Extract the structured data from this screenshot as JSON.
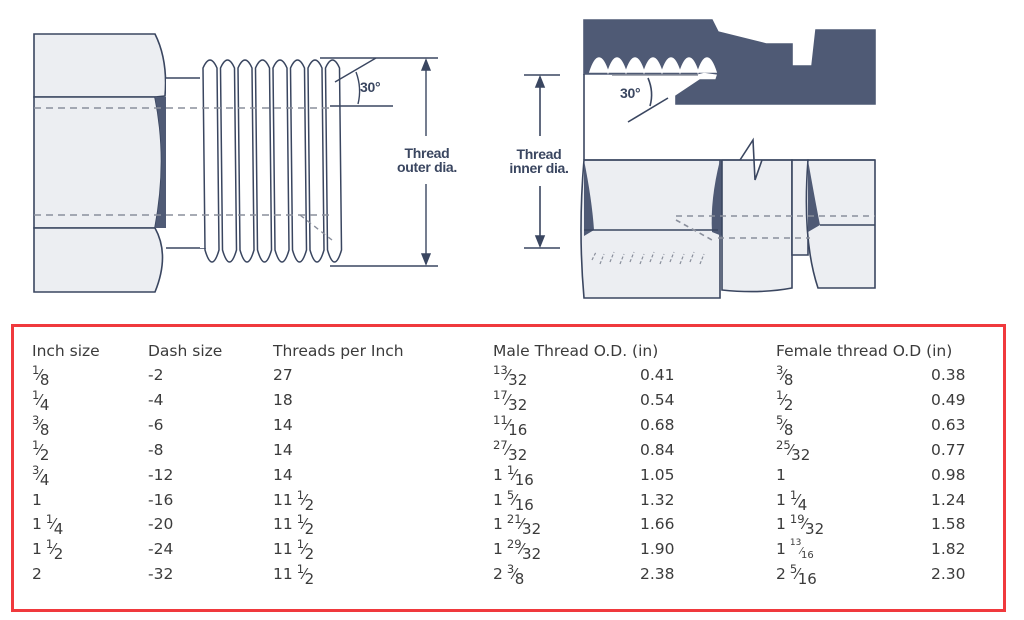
{
  "diagram": {
    "male": {
      "angle_label": "30°",
      "dimension_label_line1": "Thread",
      "dimension_label_line2": "outer dia."
    },
    "female": {
      "angle_label": "30°",
      "dimension_label_line1": "Thread",
      "dimension_label_line2": "inner dia."
    },
    "colors": {
      "fill_dark": "#4f5a75",
      "fill_light": "#eceef2",
      "stroke": "#3a4660",
      "highlight_border": "#f0393d"
    }
  },
  "table": {
    "headers": {
      "inch_size": "Inch size",
      "dash_size": "Dash size",
      "threads_per_inch": "Threads per Inch",
      "male_od": "Male Thread O.D. (in)",
      "female_od": "Female thread O.D (in)"
    },
    "rows": [
      {
        "inch": {
          "whole": "",
          "num": "1",
          "den": "8"
        },
        "dash": "-2",
        "tpi": {
          "whole": "27",
          "num": "",
          "den": ""
        },
        "male_frac": {
          "whole": "",
          "num": "13",
          "den": "32"
        },
        "male_dec": "0.41",
        "female_frac": {
          "whole": "",
          "num": "3",
          "den": "8"
        },
        "female_dec": "0.38"
      },
      {
        "inch": {
          "whole": "",
          "num": "1",
          "den": "4"
        },
        "dash": "-4",
        "tpi": {
          "whole": "18",
          "num": "",
          "den": ""
        },
        "male_frac": {
          "whole": "",
          "num": "17",
          "den": "32"
        },
        "male_dec": "0.54",
        "female_frac": {
          "whole": "",
          "num": "1",
          "den": "2"
        },
        "female_dec": "0.49"
      },
      {
        "inch": {
          "whole": "",
          "num": "3",
          "den": "8"
        },
        "dash": "-6",
        "tpi": {
          "whole": "14",
          "num": "",
          "den": ""
        },
        "male_frac": {
          "whole": "",
          "num": "11",
          "den": "16"
        },
        "male_dec": "0.68",
        "female_frac": {
          "whole": "",
          "num": "5",
          "den": "8"
        },
        "female_dec": "0.63"
      },
      {
        "inch": {
          "whole": "",
          "num": "1",
          "den": "2"
        },
        "dash": "-8",
        "tpi": {
          "whole": "14",
          "num": "",
          "den": ""
        },
        "male_frac": {
          "whole": "",
          "num": "27",
          "den": "32"
        },
        "male_dec": "0.84",
        "female_frac": {
          "whole": "",
          "num": "25",
          "den": "32"
        },
        "female_dec": "0.77"
      },
      {
        "inch": {
          "whole": "",
          "num": "3",
          "den": "4"
        },
        "dash": "-12",
        "tpi": {
          "whole": "14",
          "num": "",
          "den": ""
        },
        "male_frac": {
          "whole": "1",
          "num": "1",
          "den": "16"
        },
        "male_dec": "1.05",
        "female_frac": {
          "whole": "1",
          "num": "",
          "den": ""
        },
        "female_dec": "0.98"
      },
      {
        "inch": {
          "whole": "1",
          "num": "",
          "den": ""
        },
        "dash": "-16",
        "tpi": {
          "whole": "11",
          "num": "1",
          "den": "2"
        },
        "male_frac": {
          "whole": "1",
          "num": "5",
          "den": "16"
        },
        "male_dec": "1.32",
        "female_frac": {
          "whole": "1",
          "num": "1",
          "den": "4"
        },
        "female_dec": "1.24"
      },
      {
        "inch": {
          "whole": "1",
          "num": "1",
          "den": "4"
        },
        "dash": "-20",
        "tpi": {
          "whole": "11",
          "num": "1",
          "den": "2"
        },
        "male_frac": {
          "whole": "1",
          "num": "21",
          "den": "32"
        },
        "male_dec": "1.66",
        "female_frac": {
          "whole": "1",
          "num": "19",
          "den": "32"
        },
        "female_dec": "1.58"
      },
      {
        "inch": {
          "whole": "1",
          "num": "1",
          "den": "2"
        },
        "dash": "-24",
        "tpi": {
          "whole": "11",
          "num": "1",
          "den": "2"
        },
        "male_frac": {
          "whole": "1",
          "num": "29",
          "den": "32"
        },
        "male_dec": "1.90",
        "female_frac": {
          "whole": "1",
          "num": "13",
          "den": "16",
          "tiny": true
        },
        "female_dec": "1.82"
      },
      {
        "inch": {
          "whole": "2",
          "num": "",
          "den": ""
        },
        "dash": "-32",
        "tpi": {
          "whole": "11",
          "num": "1",
          "den": "2"
        },
        "male_frac": {
          "whole": "2",
          "num": "3",
          "den": "8"
        },
        "male_dec": "2.38",
        "female_frac": {
          "whole": "2",
          "num": "5",
          "den": "16"
        },
        "female_dec": "2.30"
      }
    ]
  }
}
